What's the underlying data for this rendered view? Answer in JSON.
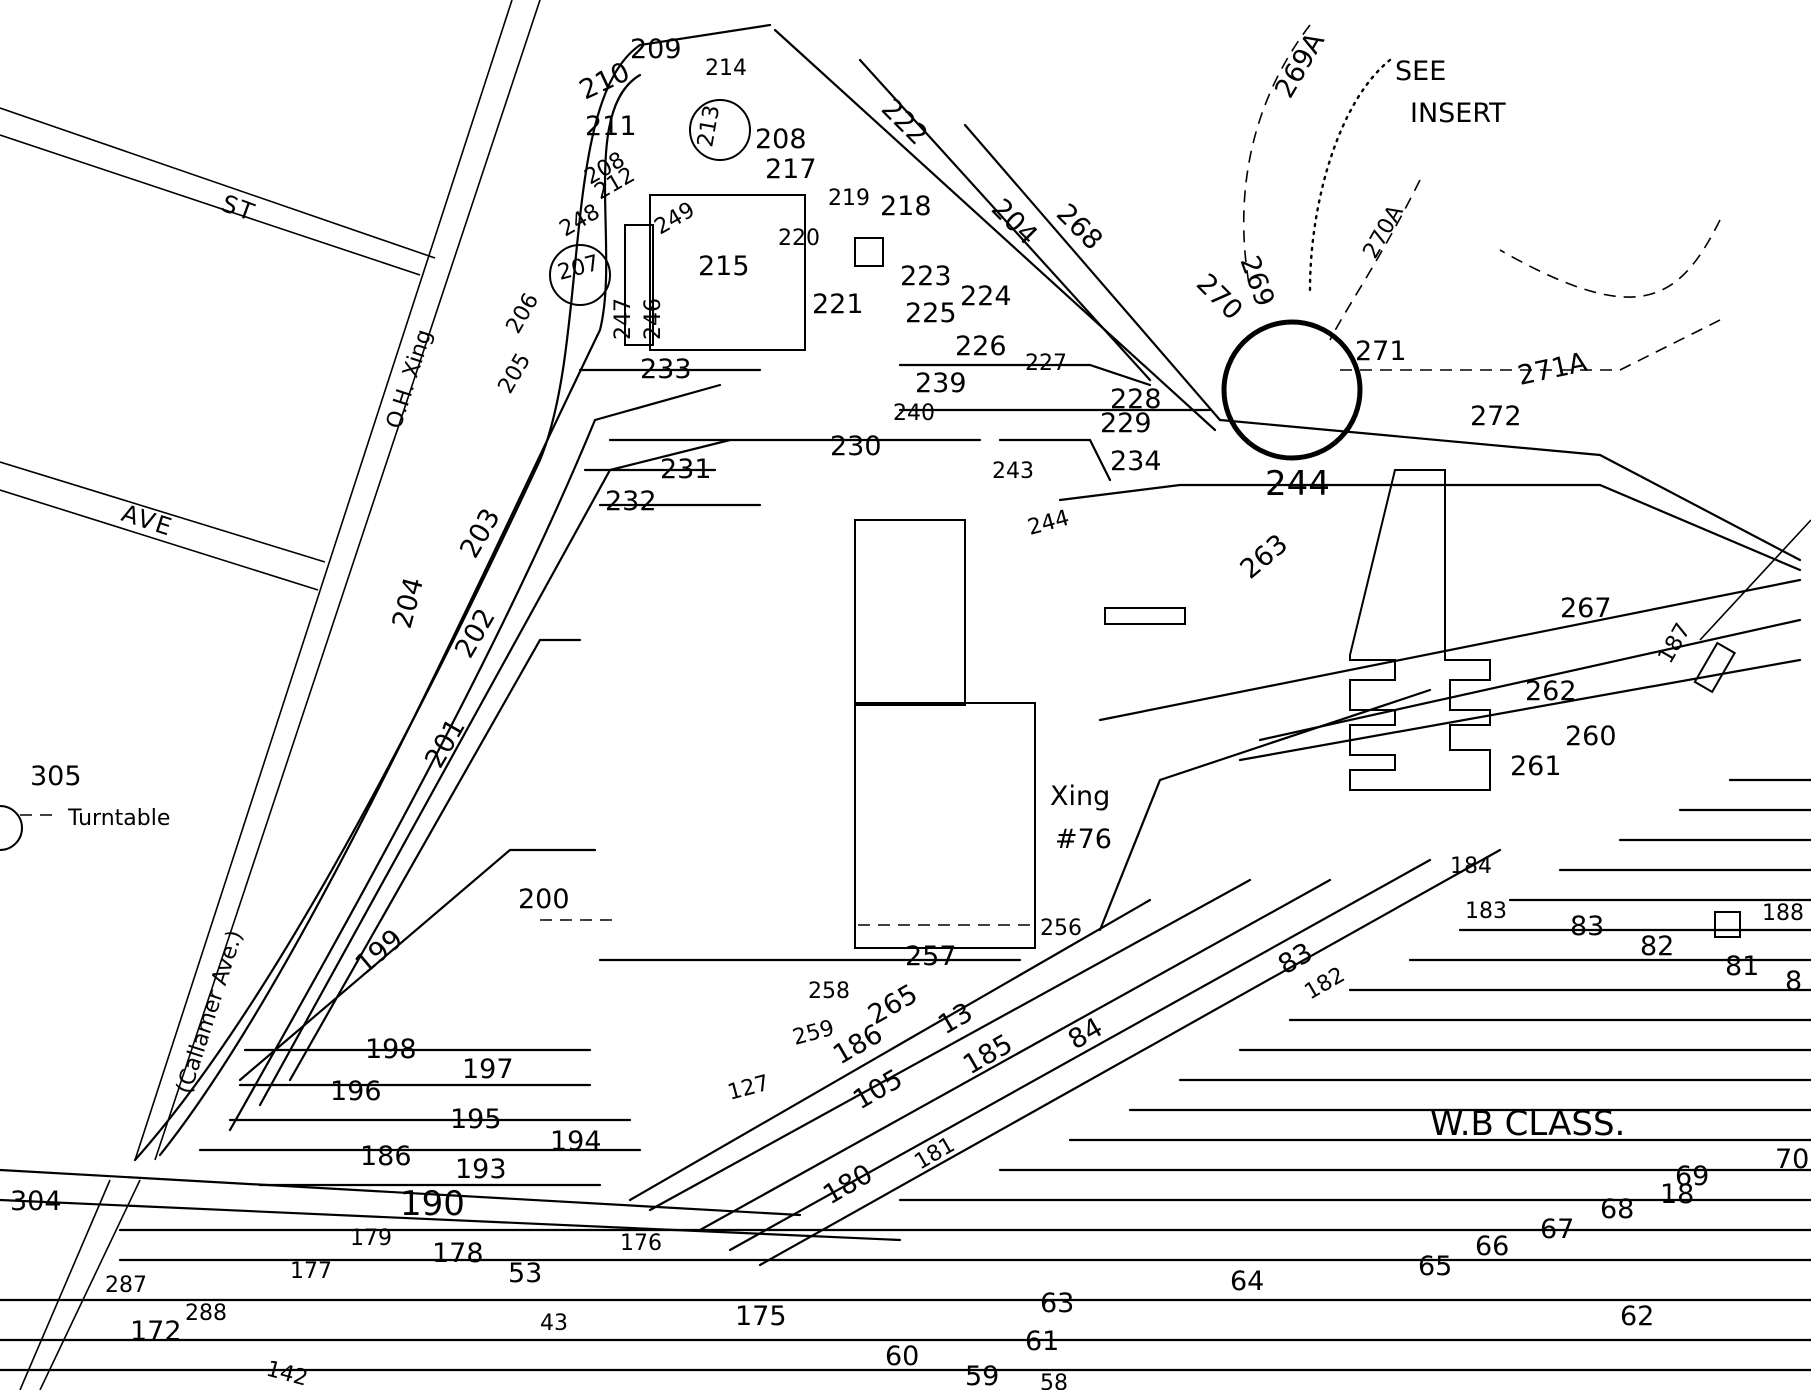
{
  "map": {
    "notes": {
      "see_insert_1": "SEE",
      "see_insert_2": "INSERT",
      "xing_1": "Xing",
      "xing_2": "#76",
      "turntable": "Turntable",
      "wb_class": "W.B CLASS."
    },
    "streets": {
      "st": "ST",
      "ave": "AVE",
      "oh_xing": "O.H. Xing",
      "callamer": "(Callamer Ave.)"
    },
    "labels": {
      "l209": "209",
      "l214": "214",
      "l210": "210",
      "l213": "213",
      "l208a": "208",
      "l211": "211",
      "l208b": "208",
      "l212": "212",
      "l217": "217",
      "l219": "219",
      "l218": "218",
      "l249": "249",
      "l248": "248",
      "l220": "220",
      "l215": "215",
      "l207": "207",
      "l206": "206",
      "l205": "205",
      "l247": "247",
      "l246": "246",
      "l221": "221",
      "l222": "222",
      "l204a": "204",
      "l268": "268",
      "l269a": "269A",
      "l270a": "270A",
      "l269": "269",
      "l270": "270",
      "l271": "271",
      "l271a": "271A",
      "l272": "272",
      "l223": "223",
      "l224": "224",
      "l225": "225",
      "l226": "226",
      "l227": "227",
      "l228": "228",
      "l229": "229",
      "l239": "239",
      "l240": "240",
      "l233": "233",
      "l230": "230",
      "l231": "231",
      "l232": "232",
      "l243": "243",
      "l234": "234",
      "l244a": "244",
      "l244b": "244",
      "l263": "263",
      "l267": "267",
      "l187": "187",
      "l262": "262",
      "l260": "260",
      "l261": "261",
      "l203": "203",
      "l204b": "204",
      "l202": "202",
      "l201": "201",
      "l305": "305",
      "l200": "200",
      "l199": "199",
      "l256": "256",
      "l257": "257",
      "l258": "258",
      "l265": "265",
      "l259": "259",
      "l186a": "186",
      "l13": "13",
      "l83a": "83",
      "l182": "182",
      "l184": "184",
      "l183": "183",
      "l83b": "83",
      "l82": "82",
      "l81": "81",
      "l188": "188",
      "l8x": "8",
      "l198": "198",
      "l197": "197",
      "l196": "196",
      "l127": "127",
      "l105": "105",
      "l185": "185",
      "l84": "84",
      "l195": "195",
      "l194": "194",
      "l186b": "186",
      "l193": "193",
      "l181": "181",
      "l180": "180",
      "l304": "304",
      "l190": "190",
      "l70": "70",
      "l69": "69",
      "l18": "18",
      "l68": "68",
      "l67": "67",
      "l66": "66",
      "l65": "65",
      "l179": "179",
      "l178": "178",
      "l176": "176",
      "l177": "177",
      "l53": "53",
      "l287": "287",
      "l64": "64",
      "l63": "63",
      "l62": "62",
      "l288": "288",
      "l43": "43",
      "l175": "175",
      "l172": "172",
      "l61": "61",
      "l142": "142",
      "l60": "60",
      "l59": "59",
      "l58": "58"
    }
  }
}
